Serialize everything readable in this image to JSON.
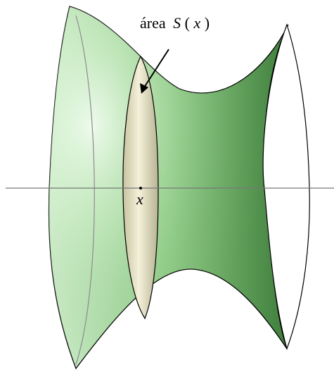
{
  "labels": {
    "area_word": "área",
    "area_function": "S",
    "open_paren": "(",
    "variable": "x",
    "close_paren": ")",
    "axis_point": "x"
  },
  "colors": {
    "solid_light": "#d9f3d6",
    "solid_mid": "#8fcd86",
    "solid_dark": "#3e7d3b",
    "cross_section_light": "#f4f1da",
    "cross_section_dark": "#c7c2a0",
    "outline": "#000000",
    "axis": "#777777",
    "hidden_curve": "#8c8c8c"
  }
}
